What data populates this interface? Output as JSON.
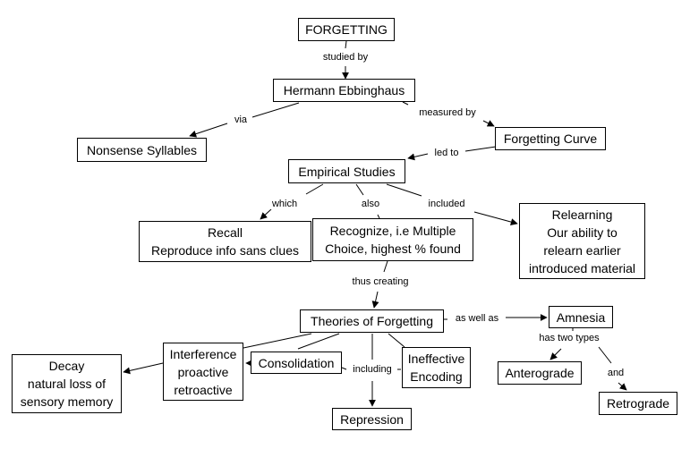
{
  "title": "Forgetting concept map",
  "colors": {
    "line": "#000000",
    "node_border": "#000000",
    "background": "#ffffff"
  },
  "nodes": {
    "forgetting": {
      "lines": [
        "FORGETTING"
      ]
    },
    "ebbinghaus": {
      "lines": [
        "Hermann Ebbinghaus"
      ]
    },
    "nonsense": {
      "lines": [
        "Nonsense Syllables"
      ]
    },
    "curve": {
      "lines": [
        "Forgetting Curve"
      ]
    },
    "empirical": {
      "lines": [
        "Empirical Studies"
      ]
    },
    "recall": {
      "lines": [
        "Recall",
        "Reproduce info sans clues"
      ]
    },
    "recognize": {
      "lines": [
        "Recognize, i.e Multiple",
        "Choice, highest % found"
      ]
    },
    "relearning": {
      "lines": [
        "Relearning",
        "Our ability to",
        "relearn earlier",
        "introduced material"
      ]
    },
    "theories": {
      "lines": [
        "Theories of Forgetting"
      ]
    },
    "amnesia": {
      "lines": [
        "Amnesia"
      ]
    },
    "decay": {
      "lines": [
        "Decay",
        "natural loss of",
        "sensory memory"
      ]
    },
    "interference": {
      "lines": [
        "Interference",
        "proactive",
        "retroactive"
      ]
    },
    "consolidation": {
      "lines": [
        "Consolidation"
      ]
    },
    "ineffective": {
      "lines": [
        "Ineffective",
        "Encoding"
      ]
    },
    "repression": {
      "lines": [
        "Repression"
      ]
    },
    "anterograde": {
      "lines": [
        "Anterograde"
      ]
    },
    "retrograde": {
      "lines": [
        "Retrograde"
      ]
    }
  },
  "link_labels": {
    "studied_by": "studied by",
    "via": "via",
    "measured_by": "measured by",
    "led_to": "led to",
    "which": "which",
    "also": "also",
    "included": "included",
    "thus_creating": "thus creating",
    "as_well_as": "as well as",
    "including": "including",
    "has_two_types": "has two types",
    "and": "and"
  }
}
